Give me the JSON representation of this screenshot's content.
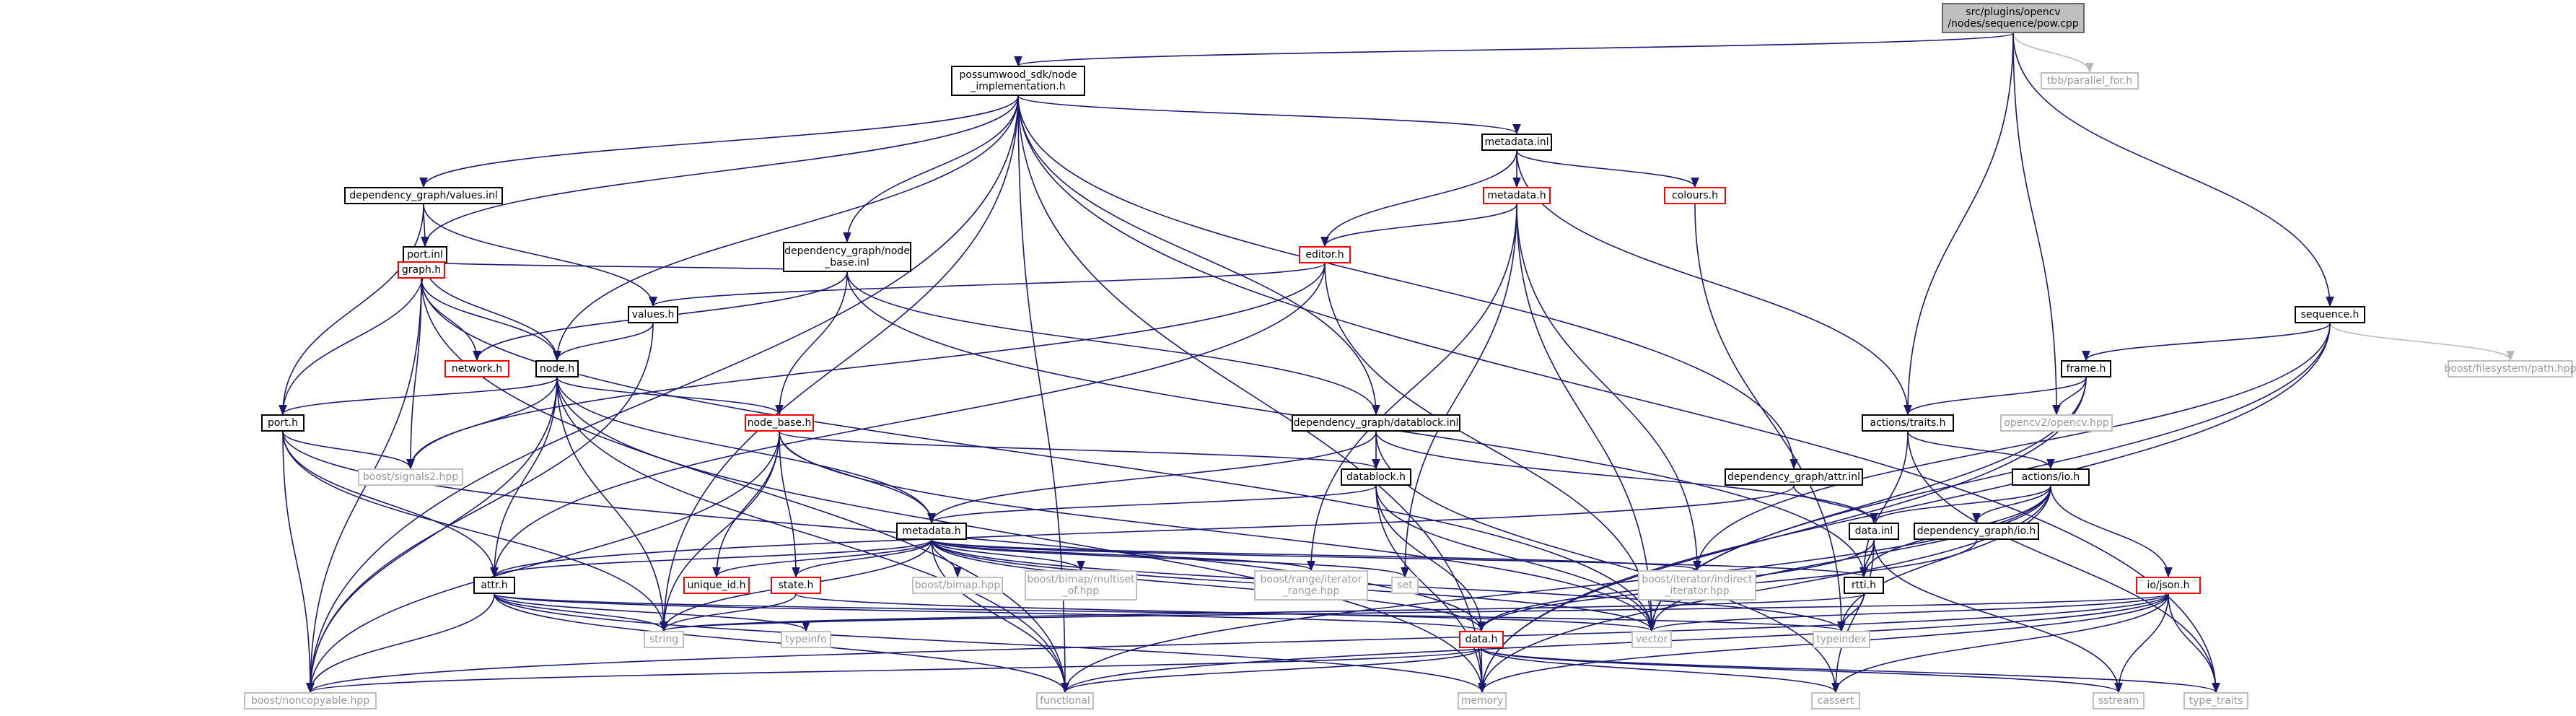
{
  "colors": {
    "edge": "#191970",
    "external_edge": "#b9b9b9",
    "missing_border": "#ff0000",
    "root_fill": "#bfbfbf"
  },
  "nodes": {
    "root": "src/plugins/opencv\n/nodes/sequence/pow.cpp",
    "node_impl": "possumwood_sdk/node\n_implementation.h",
    "tbb": "tbb/parallel_for.h",
    "values_inl": "dependency_graph/values.inl",
    "port_inl": "port.inl",
    "graph_h": "graph.h",
    "network_h": "network.h",
    "node_h": "node.h",
    "values_h": "values.h",
    "node_base_inl": "dependency_graph/node\n_base.inl",
    "metadata_inl": "metadata.inl",
    "metadata_h_red": "metadata.h",
    "colours_h": "colours.h",
    "editor_h": "editor.h",
    "port_h": "port.h",
    "node_base_h": "node_base.h",
    "signals2": "boost/signals2.hpp",
    "datablock_inl": "dependency_graph/datablock.inl",
    "datablock_h": "datablock.h",
    "attr_inl": "dependency_graph/attr.inl",
    "metadata_h": "metadata.h",
    "unique_id": "unique_id.h",
    "state_h": "state.h",
    "bimap": "boost/bimap.hpp",
    "bimap_multiset": "boost/bimap/multiset\n_of.hpp",
    "range_iter": "boost/range/iterator\n_range.hpp",
    "set": "set",
    "indirect_iter": "boost/iterator/indirect\n_iterator.hpp",
    "attr_h": "attr.h",
    "typeinfo": "typeinfo",
    "string": "string",
    "data_h": "data.h",
    "vector": "vector",
    "typeindex": "typeindex",
    "noncopyable": "boost/noncopyable.hpp",
    "functional": "functional",
    "memory": "memory",
    "cassert": "cassert",
    "sstream": "sstream",
    "type_traits": "type_traits",
    "sequence_h": "sequence.h",
    "frame_h": "frame.h",
    "fs_path": "boost/filesystem/path.hpp",
    "opencv": "opencv2/opencv.hpp",
    "traits_h": "actions/traits.h",
    "io_h": "actions/io.h",
    "data_inl": "data.inl",
    "dg_io_h": "dependency_graph/io.h",
    "rtti_h": "rtti.h",
    "json_h": "io/json.h"
  }
}
